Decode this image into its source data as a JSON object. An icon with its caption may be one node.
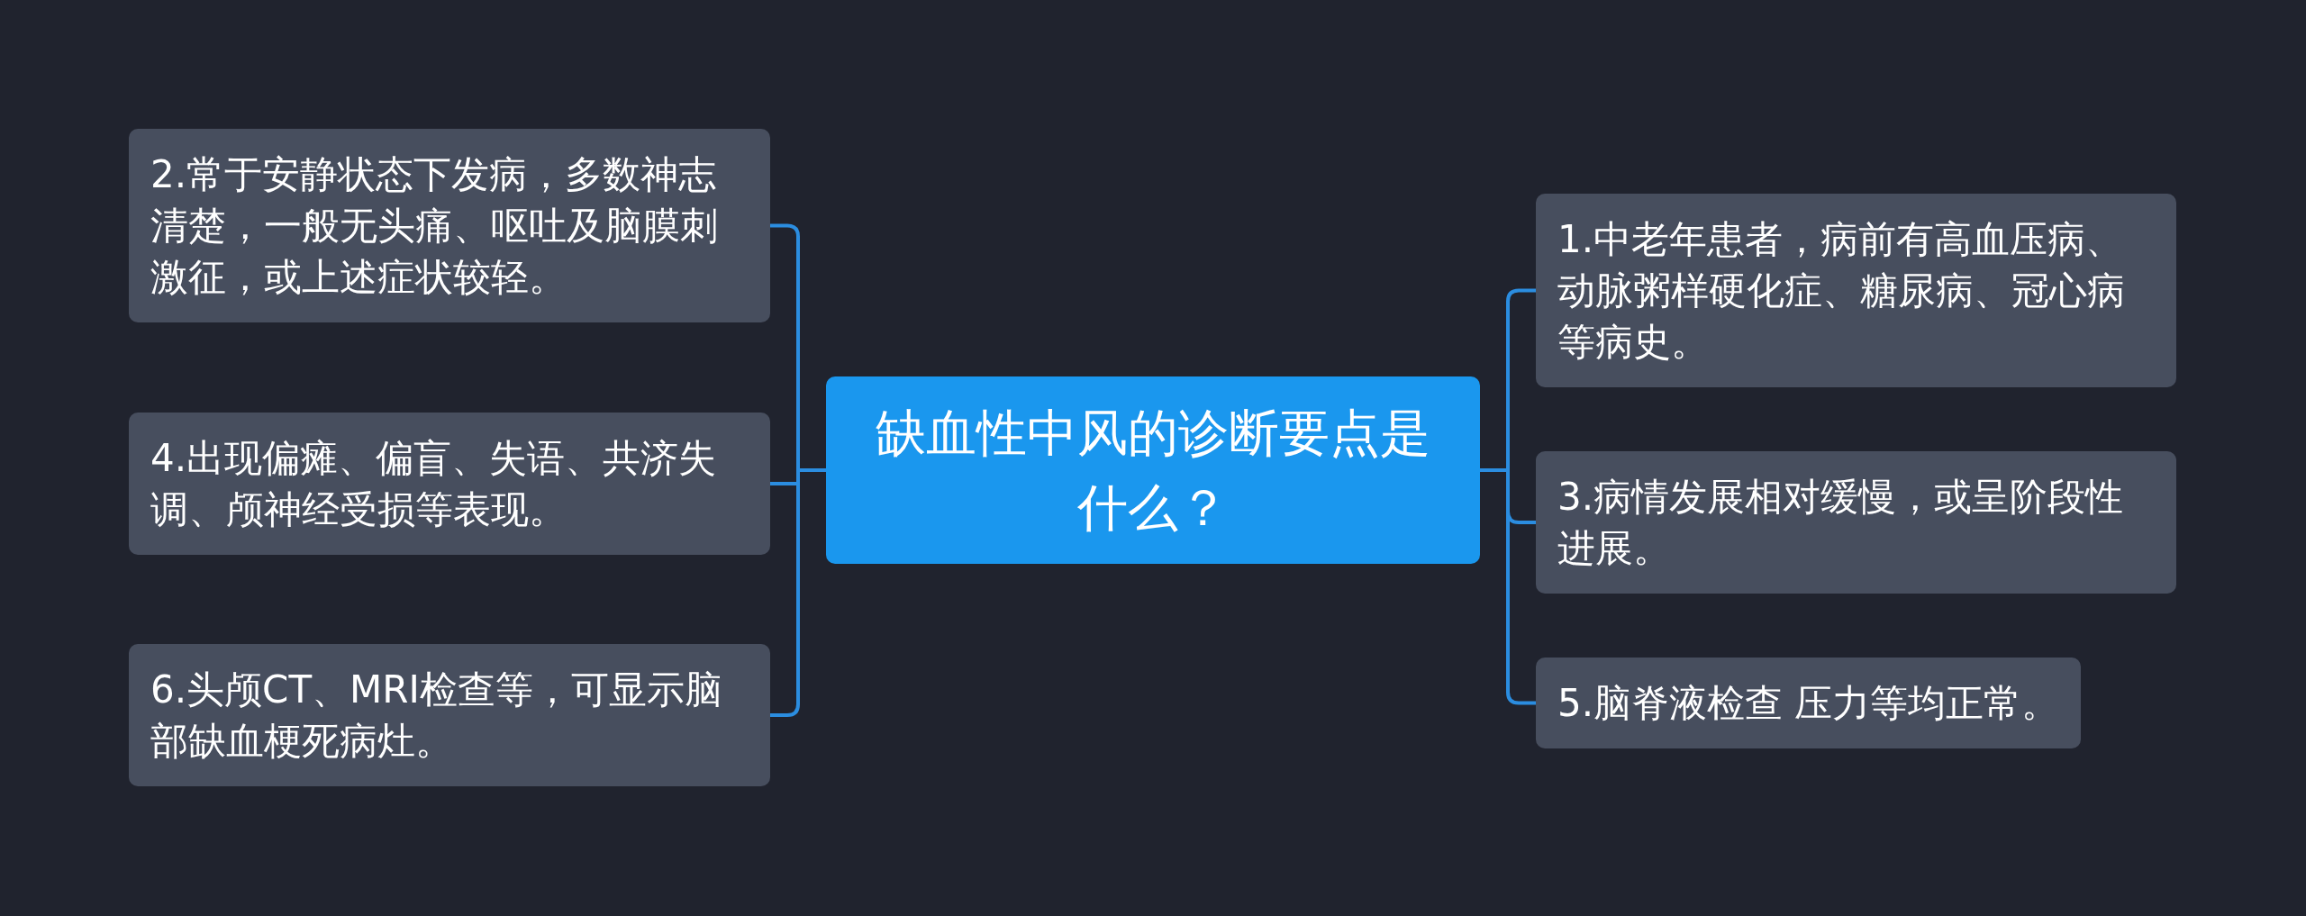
{
  "diagram": {
    "nodes": [
      {
        "text": [
          "缺血性中风的诊断要点是什么？"
        ]
      },
      {
        "text": [
          "1.中老年患者，病前有高血压病、动脉粥样硬化症、糖尿病、冠心病等病史。"
        ]
      },
      {
        "text": [
          "2.常于安静状态下发病，多数神志清楚，一般无头痛、呕吐及脑膜刺激征，或上述症状较轻。"
        ]
      },
      {
        "text": [
          "3.病情发展相对缓慢，或呈阶段性进展。"
        ]
      },
      {
        "text": [
          "4.出现偏瘫、偏盲、失语、共济失调、颅神经受损等表现。"
        ]
      },
      {
        "text": [
          "5.脑脊液检查 压力等均正常。"
        ]
      },
      {
        "text": [
          "6.头颅CT、MRI检查等，可显示脑部缺血梗死病灶。"
        ]
      }
    ],
    "edges": [
      {
        "from": 0,
        "to": 1,
        "arrow": "none"
      },
      {
        "from": 0,
        "to": 2,
        "arrow": "none"
      },
      {
        "from": 0,
        "to": 3,
        "arrow": "none"
      },
      {
        "from": 0,
        "to": 4,
        "arrow": "none"
      },
      {
        "from": 0,
        "to": 5,
        "arrow": "none"
      },
      {
        "from": 0,
        "to": 6,
        "arrow": "none"
      }
    ]
  }
}
